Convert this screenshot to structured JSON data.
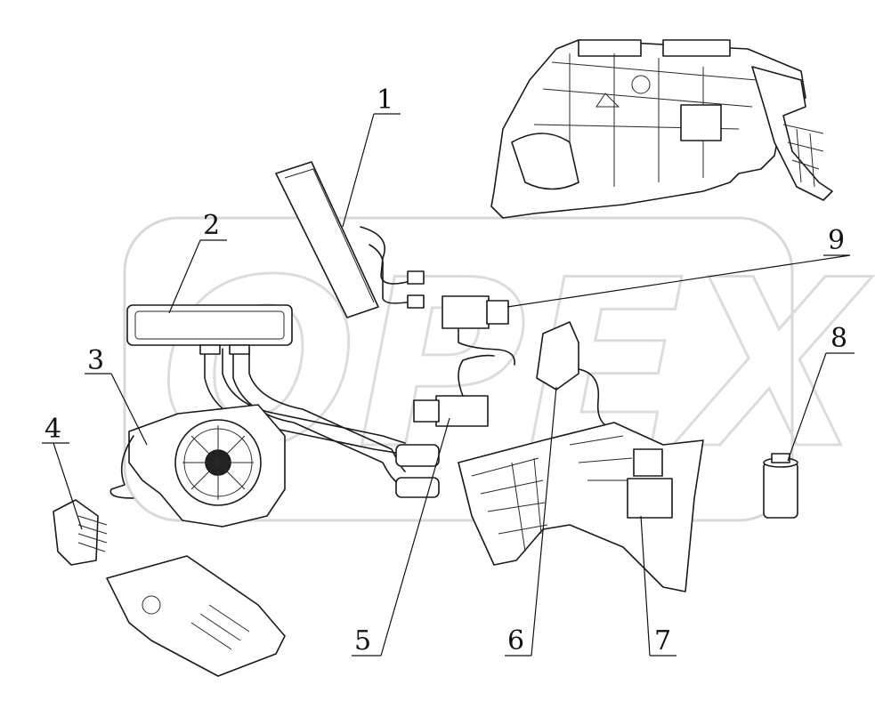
{
  "watermark": {
    "text": "OPEX"
  },
  "callouts": [
    {
      "id": "1",
      "label": "1"
    },
    {
      "id": "2",
      "label": "2"
    },
    {
      "id": "3",
      "label": "3"
    },
    {
      "id": "4",
      "label": "4"
    },
    {
      "id": "5",
      "label": "5"
    },
    {
      "id": "6",
      "label": "6"
    },
    {
      "id": "7",
      "label": "7"
    },
    {
      "id": "8",
      "label": "8"
    },
    {
      "id": "9",
      "label": "9"
    }
  ],
  "colors": {
    "line": "#1a1a1a",
    "watermark": "#d8d8d8",
    "background": "#ffffff"
  }
}
